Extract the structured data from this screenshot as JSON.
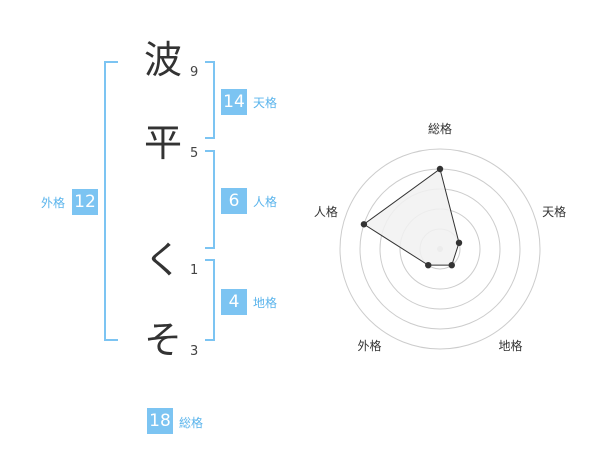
{
  "name_chars": [
    {
      "char": "波",
      "strokes": "9"
    },
    {
      "char": "平",
      "strokes": "5"
    },
    {
      "char": "く",
      "strokes": "1"
    },
    {
      "char": "そ",
      "strokes": "3"
    }
  ],
  "fortune": {
    "tenkaku": {
      "value": "14",
      "label": "天格"
    },
    "jinkaku": {
      "value": "6",
      "label": "人格"
    },
    "chikaku": {
      "value": "4",
      "label": "地格"
    },
    "gaikaku": {
      "value": "12",
      "label": "外格"
    },
    "soukaku": {
      "value": "18",
      "label": "総格"
    }
  },
  "colors": {
    "accent": "#7cc4f2",
    "accent_text": "#5ab4ec",
    "radar_fill": "#f1f1f1",
    "radar_line": "#333333",
    "grid": "#cccccc"
  },
  "chart_data": {
    "type": "radar",
    "axes": [
      "総格",
      "天格",
      "地格",
      "外格",
      "人格"
    ],
    "values": [
      4,
      1,
      1,
      1,
      4
    ],
    "rmax": 5,
    "rings": 5
  }
}
